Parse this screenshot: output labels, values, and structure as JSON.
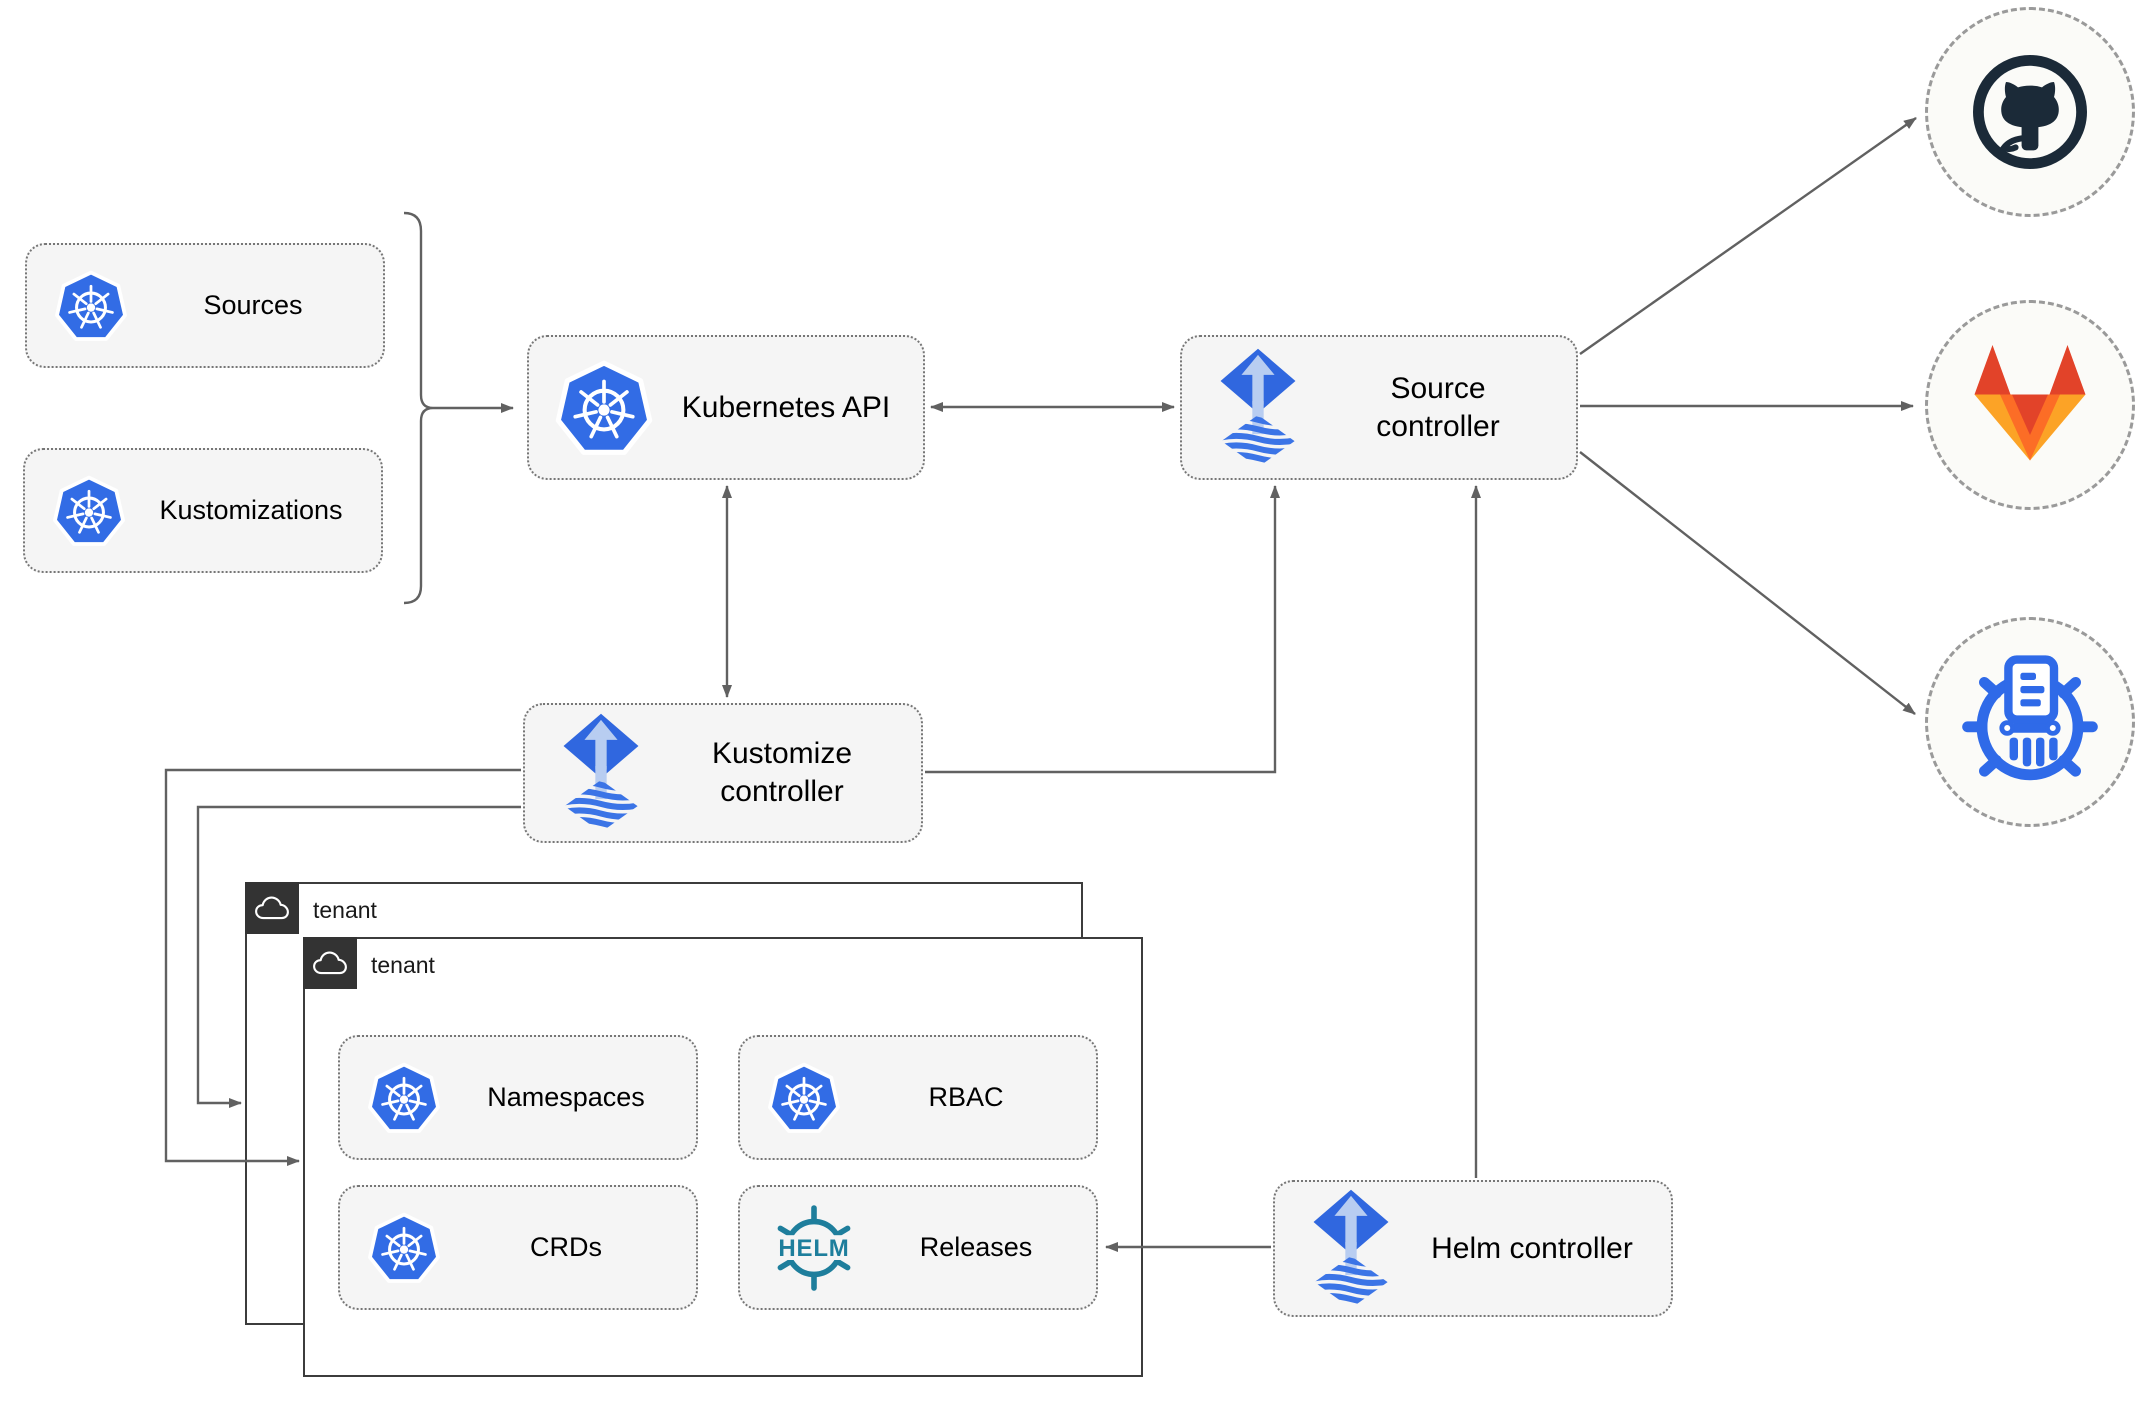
{
  "nodes": {
    "sources": {
      "label": "Sources",
      "icon": "kubernetes"
    },
    "kustomizations": {
      "label": "Kustomizations",
      "icon": "kubernetes"
    },
    "kubernetes_api": {
      "label": "Kubernetes API",
      "icon": "kubernetes"
    },
    "source_controller": {
      "label": "Source controller",
      "icon": "flux"
    },
    "kustomize_controller": {
      "label": "Kustomize controller",
      "icon": "flux"
    },
    "helm_controller": {
      "label": "Helm controller",
      "icon": "flux"
    },
    "namespaces": {
      "label": "Namespaces",
      "icon": "kubernetes"
    },
    "rbac": {
      "label": "RBAC",
      "icon": "kubernetes"
    },
    "crds": {
      "label": "CRDs",
      "icon": "kubernetes"
    },
    "releases": {
      "label": "Releases",
      "icon": "helm"
    }
  },
  "containers": {
    "outer_tenant": {
      "label": "tenant",
      "icon": "cloud"
    },
    "inner_tenant": {
      "label": "tenant",
      "icon": "cloud"
    }
  },
  "endpoints": {
    "github": {
      "icon": "github-octocat"
    },
    "gitlab": {
      "icon": "gitlab-tanuki"
    },
    "helm_repository": {
      "icon": "chartmuseum-helm-wheel"
    }
  },
  "helm_logo": {
    "text": "HELM"
  },
  "connections": [
    {
      "from": "sources+kustomizations (bracket)",
      "to": "kubernetes_api",
      "arrows": "end"
    },
    {
      "from": "kubernetes_api",
      "to": "source_controller",
      "arrows": "both"
    },
    {
      "from": "kubernetes_api",
      "to": "kustomize_controller",
      "arrows": "both"
    },
    {
      "from": "kustomize_controller",
      "to": "source_controller",
      "arrows": "end"
    },
    {
      "from": "kustomize_controller",
      "to": "outer_tenant",
      "arrows": "end"
    },
    {
      "from": "kustomize_controller",
      "to": "inner_tenant",
      "arrows": "end"
    },
    {
      "from": "helm_controller",
      "to": "source_controller",
      "arrows": "end"
    },
    {
      "from": "helm_controller",
      "to": "releases",
      "arrows": "end"
    },
    {
      "from": "source_controller",
      "to": "github",
      "arrows": "end"
    },
    {
      "from": "source_controller",
      "to": "gitlab",
      "arrows": "end"
    },
    {
      "from": "source_controller",
      "to": "helm_repository",
      "arrows": "end"
    }
  ],
  "colors": {
    "kubernetes_blue": "#326ce5",
    "flux_blue": "#3067df",
    "flux_light_arrow": "#b8cdf1",
    "helm_teal": "#1e7e9c",
    "chartmuseum_blue": "#2f6ae8",
    "github_dark": "#1b2a38",
    "gitlab_red": "#e24329",
    "gitlab_orange": "#fc6d26",
    "gitlab_amber": "#fca326",
    "node_fill": "#f5f5f5",
    "node_border": "#767676",
    "edge_line": "#616161",
    "tenant_border": "#3c3c3c",
    "tenant_badge": "#333333"
  }
}
